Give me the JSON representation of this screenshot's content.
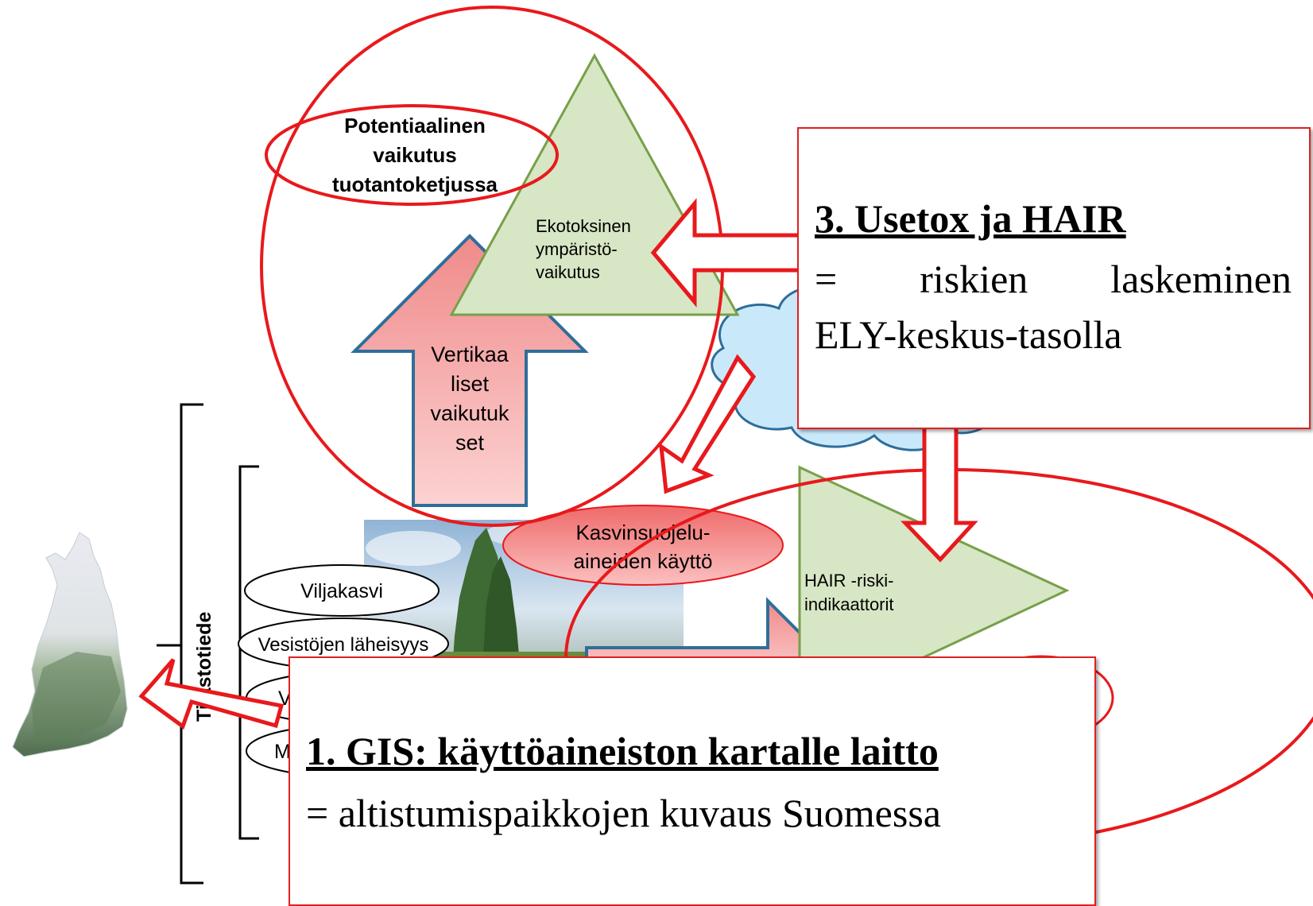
{
  "diagram": {
    "potential_effect": [
      "Potentiaalinen",
      "vaikutus",
      "tuotantoketjussa"
    ],
    "ecotoxic_effect": [
      "Ekotoksinen",
      "ympäristö-",
      "vaikutus"
    ],
    "vertical_effects": [
      "Vertikaa",
      "liset",
      "vaikutuk",
      "set"
    ],
    "plant_protection_use": [
      "Kasvinsuojelu-",
      "aineiden käyttö"
    ],
    "hair_indicators": [
      "HAIR -riski-",
      "indikaattorit"
    ],
    "grain_crop": "Viljakasvi",
    "water_proximity": "Vesistöjen läheisyys",
    "partial_ellipse_1": "V",
    "partial_ellipse_2": "M",
    "statistics_label": "Tilastotiede"
  },
  "box_3": {
    "heading": "3. Usetox ja HAIR",
    "line1_words": [
      "=",
      "riskien",
      "laskeminen"
    ],
    "line2": "ELY-keskus-tasolla"
  },
  "box_1": {
    "heading": "1. GIS: käyttöaineiston kartalle laitto",
    "line1": "= altistumispaikkojen kuvaus Suomessa"
  },
  "colors": {
    "highlight_red": "#e8191c",
    "triangle_fill": "#d7e6c4",
    "triangle_stroke": "#77a04a",
    "arrow_fill": "#f4a3a3",
    "arrow_stroke": "#2f6e9a",
    "cloud_fill": "#c9e9fb",
    "cloud_stroke": "#2f6e9a",
    "map_green": "#5b7a57"
  }
}
